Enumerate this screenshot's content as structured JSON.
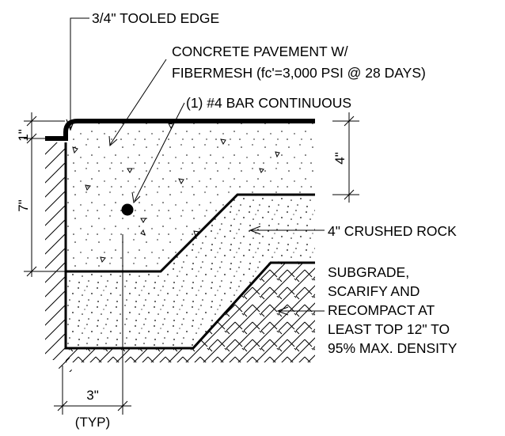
{
  "notes": {
    "tooled_edge": "3/4\" TOOLED EDGE",
    "concrete_line1": "CONCRETE PAVEMENT W/",
    "concrete_line2": "FIBERMESH (fc'=3,000 PSI @ 28 DAYS)",
    "rebar": "(1) #4 BAR CONTINUOUS",
    "crushed_rock": "4\" CRUSHED ROCK",
    "subgrade_line1": "SUBGRADE,",
    "subgrade_line2": "SCARIFY AND",
    "subgrade_line3": "RECOMPACT AT",
    "subgrade_line4": "LEAST TOP 12\" TO",
    "subgrade_line5": "95% MAX. DENSITY"
  },
  "dimensions": {
    "edge_drop": "1\"",
    "curb_depth": "7\"",
    "slab_thickness": "4\"",
    "curb_width": "3\"",
    "curb_width_note": "(TYP)"
  }
}
